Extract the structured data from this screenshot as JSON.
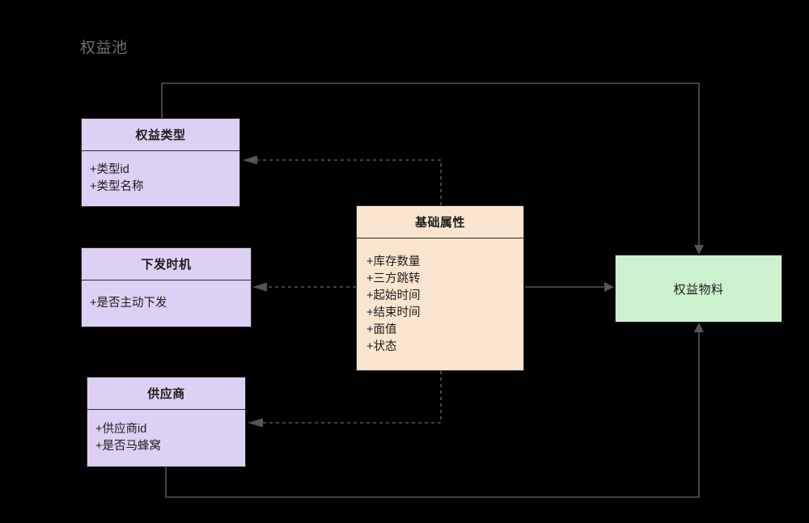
{
  "diagram": {
    "title": "权益池",
    "background_color": "#000000",
    "title_color": "#6f6f6f"
  },
  "palette": {
    "purple_fill": "#ddd0f5",
    "orange_fill": "#fae5d0",
    "green_fill": "#ccf2cf",
    "stroke": "#2b2b2b",
    "edge_color": "#555555",
    "text": "#1d1d1d"
  },
  "nodes": {
    "benefit_type": {
      "title": "权益类型",
      "attrs": [
        "+类型id",
        "+类型名称"
      ],
      "fill": "#ddd0f5"
    },
    "delivery_timing": {
      "title": "下发时机",
      "attrs": [
        "+是否主动下发"
      ],
      "fill": "#ddd0f5"
    },
    "supplier": {
      "title": "供应商",
      "attrs": [
        "+供应商id",
        "+是否马蜂窝"
      ],
      "fill": "#ddd0f5"
    },
    "base_attributes": {
      "title": "基础属性",
      "attrs": [
        "+库存数量",
        "+三方跳转",
        "+起始时间",
        "+结束时间",
        "+面值",
        "+状态"
      ],
      "fill": "#fae5d0"
    },
    "benefit_material": {
      "label": "权益物料",
      "fill": "#ccf2cf"
    }
  },
  "edges": [
    {
      "name": "base-to-benefit-type",
      "from": "base_attributes",
      "to": "benefit_type",
      "style": "dashed",
      "arrow": "solid-triangle-left"
    },
    {
      "name": "base-to-delivery-timing",
      "from": "base_attributes",
      "to": "delivery_timing",
      "style": "dashed",
      "arrow": "solid-triangle-left"
    },
    {
      "name": "base-to-supplier",
      "from": "base_attributes",
      "to": "supplier",
      "style": "dashed",
      "arrow": "solid-triangle-left"
    },
    {
      "name": "base-to-material",
      "from": "base_attributes",
      "to": "benefit_material",
      "style": "solid",
      "arrow": "open-right"
    },
    {
      "name": "benefit-type-to-material",
      "from": "benefit_type",
      "to": "benefit_material",
      "style": "solid",
      "arrow": "open-down"
    },
    {
      "name": "supplier-to-material",
      "from": "supplier",
      "to": "benefit_material",
      "style": "solid",
      "arrow": "open-up"
    }
  ]
}
